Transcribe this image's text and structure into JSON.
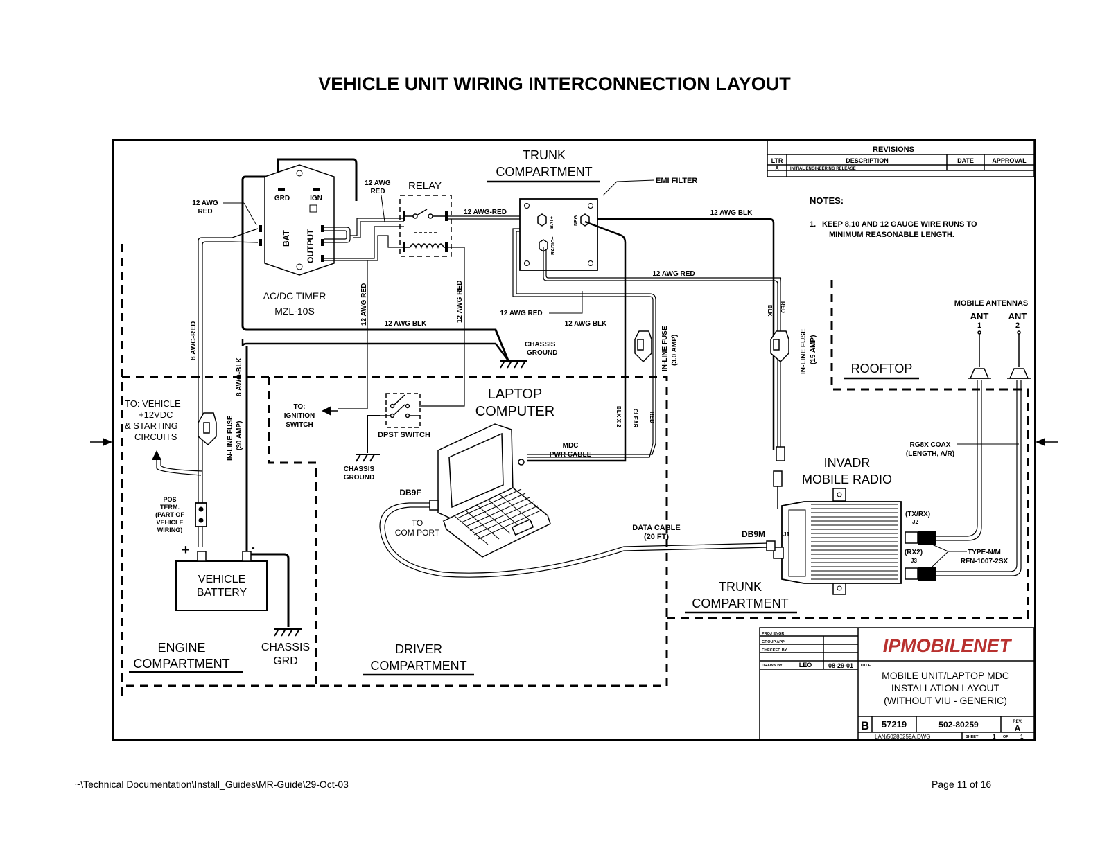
{
  "page_title": "VEHICLE UNIT WIRING INTERCONNECTION LAYOUT",
  "footer": {
    "path": "~\\Technical Documentation\\Install_Guides\\MR-Guide\\29-Oct-03",
    "page": "Page 11 of 16"
  },
  "revisions": {
    "title": "REVISIONS",
    "col_ltr": "LTR",
    "col_description": "DESCRIPTION",
    "col_date": "DATE",
    "col_approval": "APPROVAL",
    "row_ltr": "A",
    "row_description": "INITIAL ENGINEERING RELEASE"
  },
  "notes": {
    "heading": "NOTES:",
    "number": "1.",
    "line1": "KEEP 8,10 AND 12 GAUGE WIRE RUNS TO",
    "line2": "MINIMUM REASONABLE LENGTH."
  },
  "title_block": {
    "logo": "IPMOBILENET",
    "proj_engr": "PROJ ENGR",
    "group_app": "GROUP APP",
    "checked_by": "CHECKED BY",
    "drawn_by": "DRAWN BY",
    "drawn_by_name": "LEO",
    "drawn_date": "08-29-01",
    "title_label": "TITLE",
    "title_line1": "MOBILE UNIT/LAPTOP MDC",
    "title_line2": "INSTALLATION LAYOUT",
    "title_line3": "(WITHOUT VIU - GENERIC)",
    "size": "B",
    "code": "57219",
    "dwg_no": "502-80259",
    "rev_label": "REV.",
    "rev": "A",
    "filename": "LAN/50280259A.DWG",
    "sheet_label": "SHEET",
    "sheet_num": "1",
    "sheet_of": "OF",
    "sheet_total": "1"
  },
  "labels": {
    "trunk_top_1": "TRUNK",
    "trunk_top_2": "COMPARTMENT",
    "emi_filter": "EMI FILTER",
    "relay": "RELAY",
    "awg12_red_relay_1": "12 AWG",
    "awg12_red_relay_2": "RED",
    "awg12_red_left_1": "12 AWG",
    "awg12_red_left_2": "RED",
    "timer_grd": "GRD",
    "timer_ign": "IGN",
    "timer_bat": "BAT",
    "timer_output": "OUTPUT",
    "timer_name_1": "AC/DC TIMER",
    "timer_name_2": "MZL-10S",
    "awg12_red_mid": "12 AWG-RED",
    "awg12_blk_top": "12 AWG BLK",
    "emi_bat": "BAT+",
    "emi_neg": "NEG",
    "emi_radio": "RADIO+",
    "awg12_red_run": "12 AWG RED",
    "awg12_red_vert1": "12 AWG RED",
    "awg12_red_vert2": "12 AWG RED",
    "awg12_blk_1": "12 AWG BLK",
    "awg12_blk_2": "12 AWG BLK",
    "awg12_red_lower": "12 AWG RED",
    "chassis_ground_1": "CHASSIS",
    "chassis_ground_2": "GROUND",
    "awg8_red": "8 AWG-RED",
    "awg8_blk": "8 AWG-BLK",
    "fuse3_1": "IN-LINE FUSE",
    "fuse3_2": "(3.0 AMP)",
    "fuse15_1": "IN-LINE FUSE",
    "fuse15_2": "(15 AMP)",
    "fuse30_1": "IN-LINE FUSE",
    "fuse30_2": "(30 AMP)",
    "blk": "BLK",
    "red": "RED",
    "mobile_antennas": "MOBILE ANTENNAS",
    "ant1_1": "ANT",
    "ant1_2": "1",
    "ant2_1": "ANT",
    "ant2_2": "2",
    "rooftop": "ROOFTOP",
    "to_vehicle_1": "TO: VEHICLE",
    "to_vehicle_2": "+12VDC",
    "to_vehicle_3": "& STARTING",
    "to_vehicle_4": "CIRCUITS",
    "to_ign_1": "TO:",
    "to_ign_2": "IGNITION",
    "to_ign_3": "SWITCH",
    "dpst_switch": "DPST SWITCH",
    "laptop_1": "LAPTOP",
    "laptop_2": "COMPUTER",
    "blk_x2": "BLK X 2",
    "clear": "CLEAR",
    "red2": "RED",
    "mdc_1": "MDC",
    "mdc_2": "PWR CABLE",
    "chassis2_1": "CHASSIS",
    "chassis2_2": "GROUND",
    "rg8x_1": "RG8X COAX",
    "rg8x_2": "(LENGTH, A/R)",
    "invadr_1": "INVADR",
    "invadr_2": "MOBILE RADIO",
    "db9f": "DB9F",
    "to_com_1": "TO",
    "to_com_2": "COM PORT",
    "data_cable_1": "DATA CABLE",
    "data_cable_2": "(20 FT)",
    "db9m": "DB9M",
    "j1": "J1",
    "txrx": "(TX/RX)",
    "j2": "J2",
    "rx2": "(RX2)",
    "j3": "J3",
    "type_nm_1": "TYPE-N/M",
    "type_nm_2": "RFN-1007-2SX",
    "pos_term_1": "POS",
    "pos_term_2": "TERM.",
    "pos_term_3": "(PART OF",
    "pos_term_4": "VEHICLE",
    "pos_term_5": "WIRING)",
    "plus": "+",
    "minus": "-",
    "battery_1": "VEHICLE",
    "battery_2": "BATTERY",
    "trunk_bot_1": "TRUNK",
    "trunk_bot_2": "COMPARTMENT",
    "chassis_grd_1": "CHASSIS",
    "chassis_grd_2": "GRD",
    "engine_1": "ENGINE",
    "engine_2": "COMPARTMENT",
    "driver_1": "DRIVER",
    "driver_2": "COMPARTMENT"
  }
}
